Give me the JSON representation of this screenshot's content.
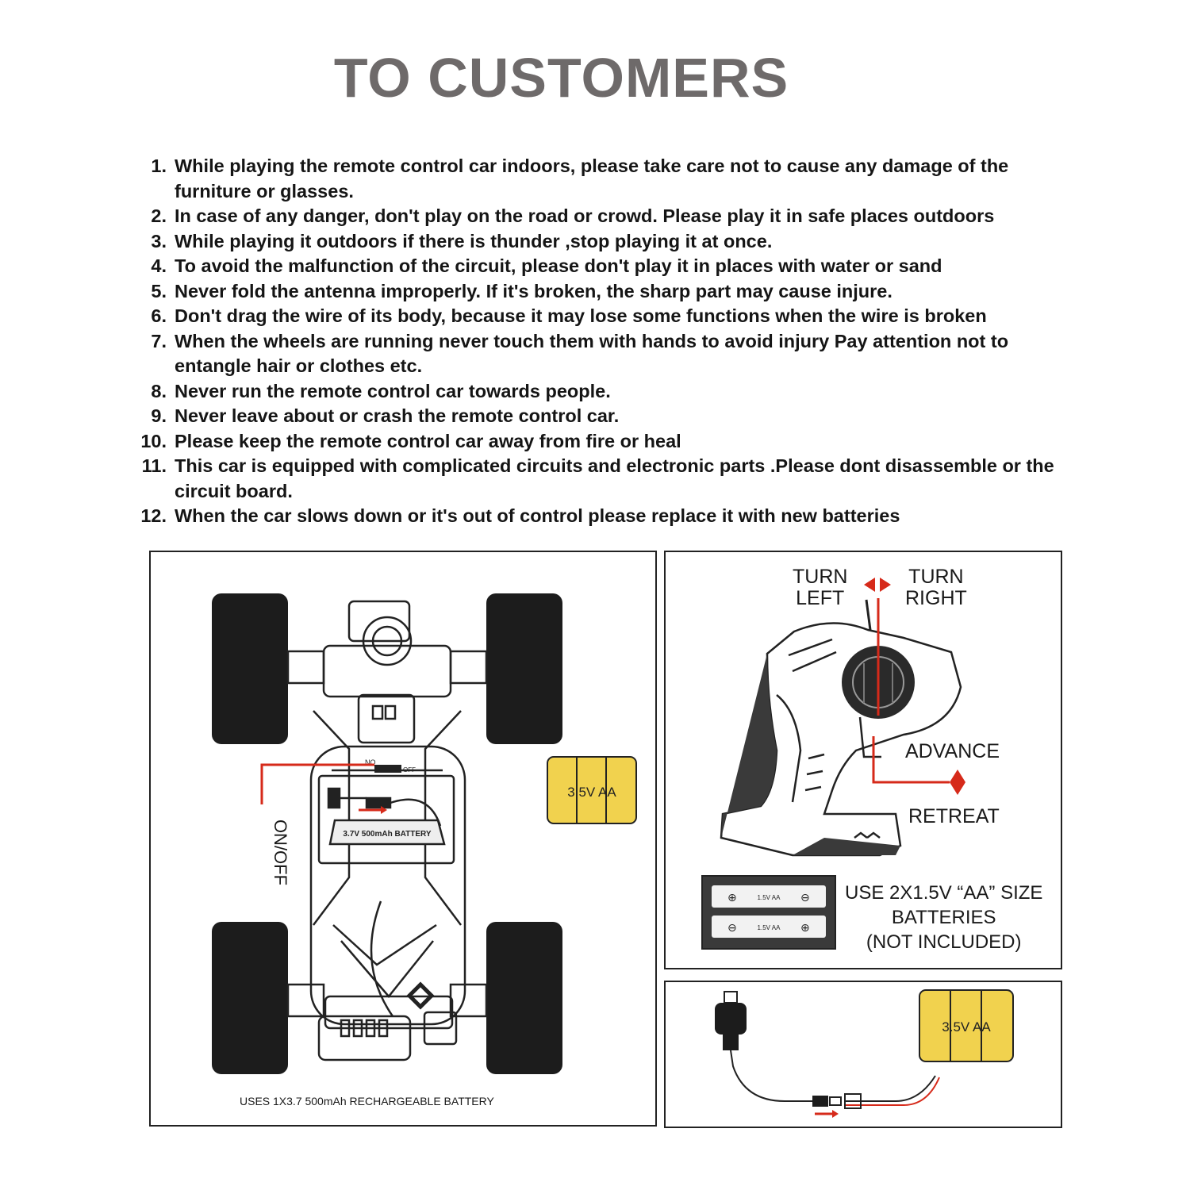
{
  "title": "TO CUSTOMERS",
  "rules": [
    {
      "num": "1.",
      "text": "While playing the remote control car indoors, please take care not to cause any damage of the furniture or glasses."
    },
    {
      "num": "2.",
      "text": "In case of any danger, don't play on the road or crowd. Please play it in safe places outdoors"
    },
    {
      "num": "3.",
      "text": "While playing it outdoors if there is thunder ,stop playing it at once."
    },
    {
      "num": "4.",
      "text": "To avoid the malfunction of the circuit, please don't play it in places with water or sand"
    },
    {
      "num": "5.",
      "text": "Never fold the antenna improperly. If it's broken, the sharp part may cause injure."
    },
    {
      "num": "6.",
      "text": "Don't drag the wire of its body, because it may lose some functions when the wire is broken"
    },
    {
      "num": "7.",
      "text": "When the wheels are running never touch them with hands to avoid injury  Pay attention not to entangle hair or clothes etc."
    },
    {
      "num": "8.",
      "text": "Never run the remote control car towards people."
    },
    {
      "num": "9.",
      "text": "Never leave about or crash the remote control car."
    },
    {
      "num": "10.",
      "text": "Please keep the remote control car away from fire or heal"
    },
    {
      "num": "11.",
      "text": "This car is equipped with complicated circuits and electronic parts .Please dont disassemble or the circuit board."
    },
    {
      "num": "12.",
      "text": "When the car slows down or it's out of control  please replace it with new batteries"
    }
  ],
  "car_panel": {
    "on_off": "ON/OFF",
    "switch_on": "NO",
    "switch_off": "OFF",
    "battery_label": "3.7V 500mAh BATTERY",
    "battery_pack": "3.5V AA",
    "caption": "USES 1X3.7 500mAh RECHARGEABLE BATTERY"
  },
  "remote_panel": {
    "turn_left": "TURN LEFT",
    "turn_left_l1": "TURN",
    "turn_left_l2": "LEFT",
    "turn_right_l1": "TURN",
    "turn_right_l2": "RIGHT",
    "advance": "ADVANCE",
    "retreat": "RETREAT",
    "cell_label_1": "1.5V AA",
    "cell_label_2": "1.5V AA",
    "battery_note_l1": "USE 2X1.5V “AA” SIZE",
    "battery_note_l2": "BATTERIES",
    "battery_note_l3": "(NOT INCLUDED)"
  },
  "charger_panel": {
    "battery_pack": "3.5V AA"
  },
  "colors": {
    "accent_red": "#d62a1a",
    "battery_yellow": "#f1d24e",
    "title_gray": "#6e6a6a"
  }
}
